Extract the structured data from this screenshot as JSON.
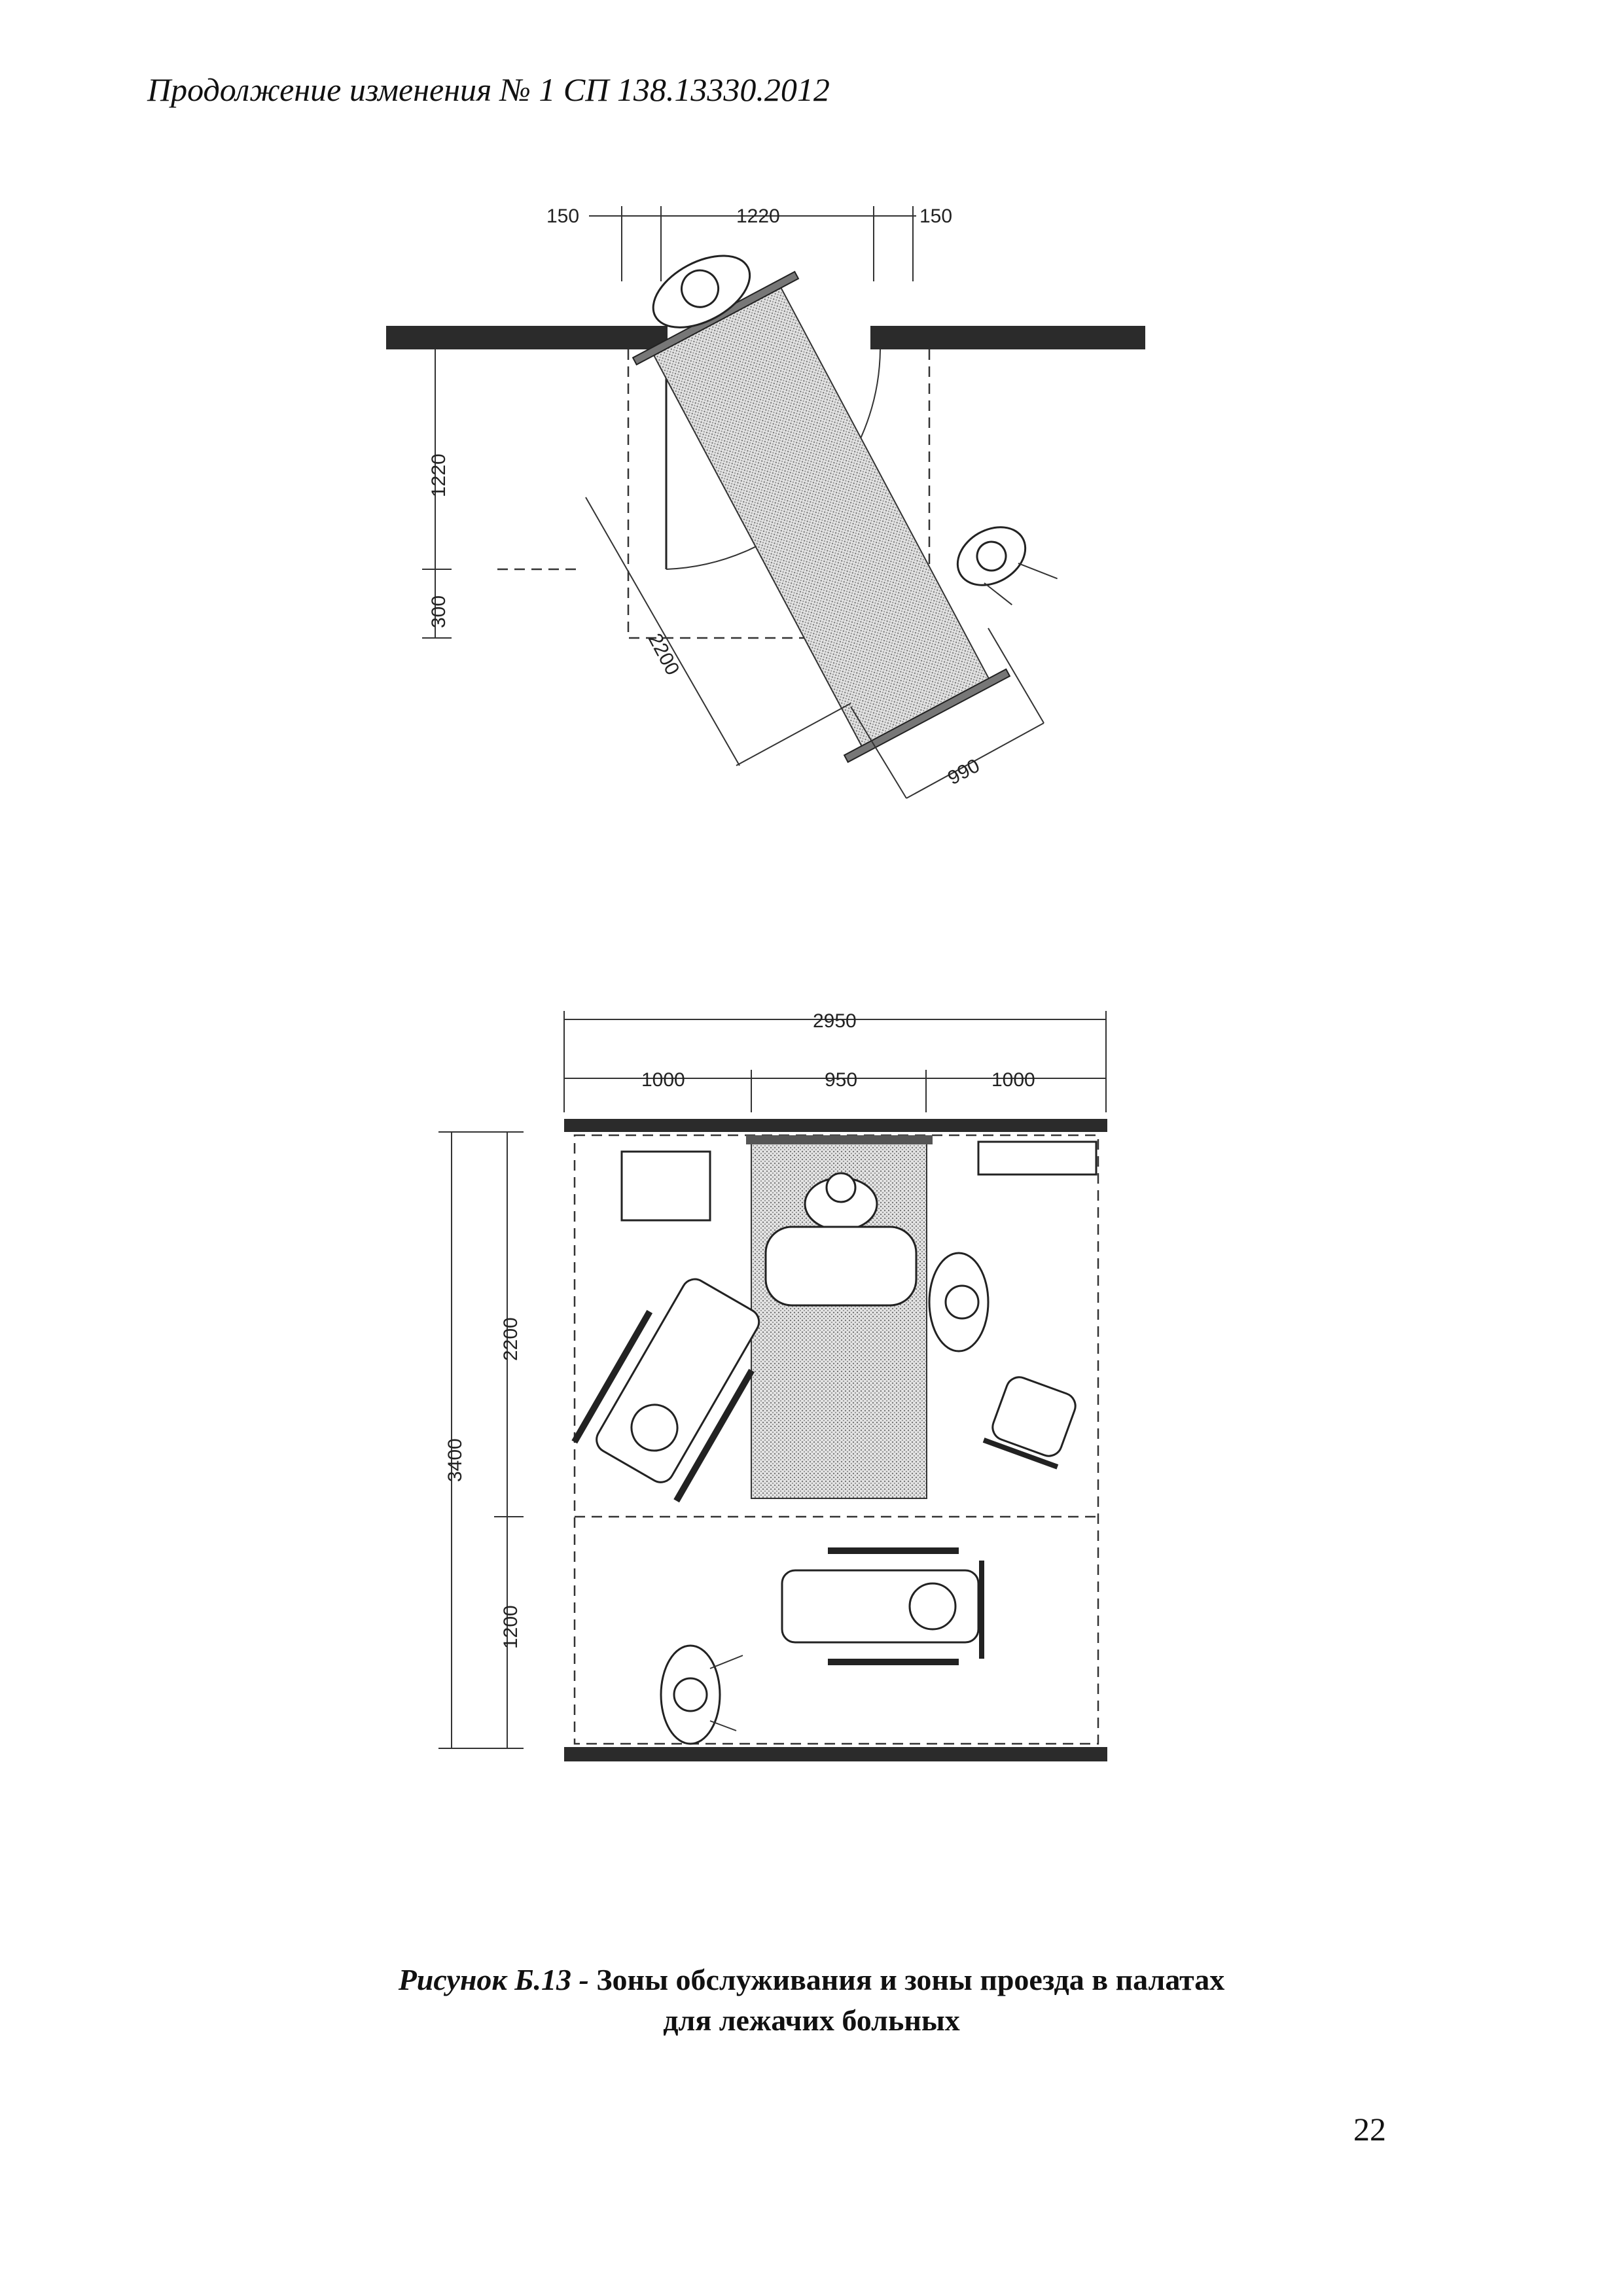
{
  "header": {
    "text": "Продолжение изменения № 1 СП 138.13330.2012"
  },
  "figure_top": {
    "dims": {
      "left_offset": "150",
      "door_width": "1220",
      "right_offset": "150",
      "vertical_1220": "1220",
      "vertical_300": "300",
      "stretcher_length": "2200",
      "stretcher_width": "990"
    }
  },
  "figure_bottom": {
    "dims": {
      "total_width": "2950",
      "left_zone": "1000",
      "bed_width": "950",
      "right_zone": "1000",
      "total_depth": "3400",
      "upper_zone": "2200",
      "lower_zone": "1200"
    }
  },
  "caption": {
    "label": "Рисунок Б.13 -",
    "line1": " Зоны обслуживания и зоны проезда в палатах",
    "line2": "для лежачих больных"
  },
  "page": {
    "number": "22"
  }
}
